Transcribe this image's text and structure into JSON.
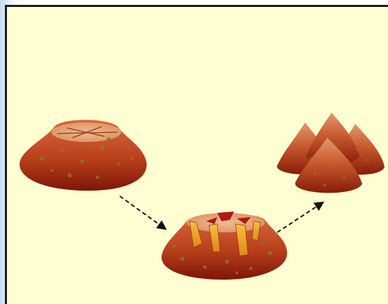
{
  "palette": {
    "background": "#fffdd2",
    "frame": "#1c1c1c",
    "soil_top": "#e8a878",
    "soil_mid": "#c0461f",
    "soil_dark": "#8a1a08",
    "crack_fill": "#f0a020",
    "crack_dark": "#b01818",
    "speckle": "#8a7a2a",
    "arrow": "#1a1a1a"
  },
  "stages": [
    {
      "name": "intact-mound",
      "icon": "dome-mound-icon"
    },
    {
      "name": "cracked-mound",
      "icon": "cracked-mound-icon"
    },
    {
      "name": "fragments",
      "icon": "cone-fragments-icon"
    }
  ],
  "arrows": [
    {
      "from": "intact-mound",
      "to": "cracked-mound",
      "style": "dashed"
    },
    {
      "from": "cracked-mound",
      "to": "fragments",
      "style": "dashed"
    }
  ]
}
